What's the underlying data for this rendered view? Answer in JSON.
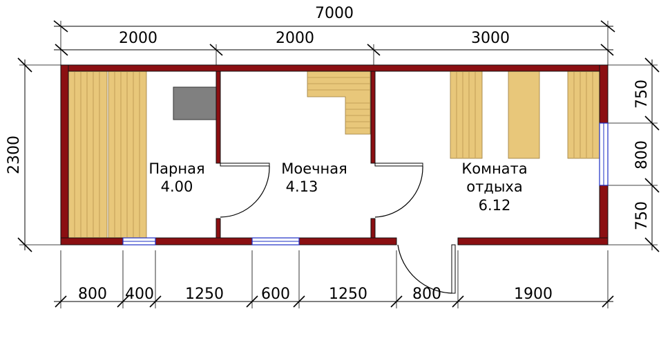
{
  "dimensions": {
    "total_width": "7000",
    "top_segments": [
      "2000",
      "2000",
      "3000"
    ],
    "bottom_segments": [
      "800",
      "400",
      "1250",
      "600",
      "1250",
      "800",
      "1900"
    ],
    "left_height": "2300",
    "right_segments": [
      "750",
      "800",
      "750"
    ]
  },
  "rooms": [
    {
      "name": "Парная",
      "area": "4.00"
    },
    {
      "name": "Моечная",
      "area": "4.13"
    },
    {
      "name_line1": "Комната",
      "name_line2": "отдыха",
      "area": "6.12"
    }
  ],
  "colors": {
    "wall": "#8b0f12",
    "wood": "#e8c77a",
    "stove": "#808080",
    "window": "#1a2cc4"
  }
}
